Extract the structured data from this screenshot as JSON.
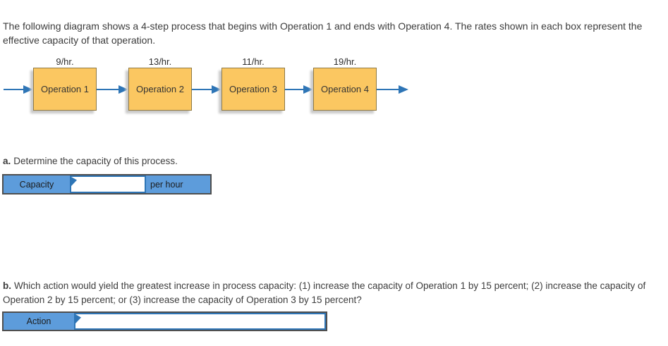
{
  "intro": "The following diagram shows a 4-step process that begins with Operation 1 and ends with Operation 4. The rates shown in each box represent the effective capacity of that operation.",
  "diagram": {
    "operations": [
      {
        "label": "Operation 1",
        "rate": "9/hr."
      },
      {
        "label": "Operation 2",
        "rate": "13/hr."
      },
      {
        "label": "Operation 3",
        "rate": "11/hr."
      },
      {
        "label": "Operation 4",
        "rate": "19/hr."
      }
    ]
  },
  "question_a": {
    "prefix": "a.",
    "text": "Determine the capacity of this process."
  },
  "capacity_row": {
    "label": "Capacity",
    "value": "",
    "unit": "per hour"
  },
  "question_b": {
    "prefix": "b.",
    "text": "Which action would yield the greatest increase in process capacity: (1) increase the capacity of Operation 1 by 15 percent; (2) increase the capacity of Operation 2 by 15 percent; or (3) increase the capacity of Operation 3 by 15 percent?"
  },
  "action_row": {
    "label": "Action",
    "value": ""
  },
  "colors": {
    "text": "#3C3C3C",
    "box-fill": "#FBC761",
    "box-border": "#8F7A45",
    "box-shadow": "#C9C9C9",
    "arrow": "#2E75B6",
    "table-blue": "#5D9CDB",
    "table-border": "#4F4F4F",
    "input-border": "#2E75B6"
  }
}
